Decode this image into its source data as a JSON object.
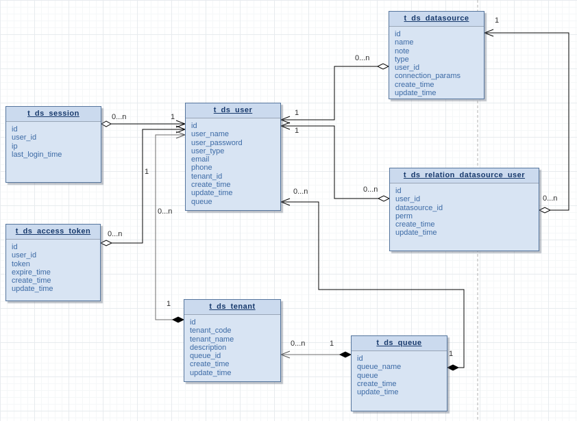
{
  "diagram": {
    "kind": "entity-relationship",
    "colors": {
      "entity_header_fill": "#cbdaee",
      "entity_body_fill": "#d8e4f3",
      "entity_border": "#54749c",
      "entity_title_text": "#16386b",
      "entity_field_text": "#3c6aa5",
      "connector": "#000000",
      "connector_secondary": "#6b6b6b",
      "page_break_dash": "#b0b0b0"
    }
  },
  "entities": [
    {
      "name": "t_ds_session",
      "fields": [
        "id",
        "user_id",
        "ip",
        "last_login_time"
      ]
    },
    {
      "name": "t_ds_user",
      "fields": [
        "id",
        "user_name",
        "user_password",
        "user_type",
        "email",
        "phone",
        "tenant_id",
        "create_time",
        "update_time",
        "queue"
      ]
    },
    {
      "name": "t_ds_datasource",
      "fields": [
        "id",
        "name",
        "note",
        "type",
        "user_id",
        "connection_params",
        "create_time",
        "update_time"
      ]
    },
    {
      "name": "t_ds_relation_datasource_user",
      "fields": [
        "id",
        "user_id",
        "datasource_id",
        "perm",
        "create_time",
        "update_time"
      ]
    },
    {
      "name": "t_ds_access_token",
      "fields": [
        "id",
        "user_id",
        "token",
        "expire_time",
        "create_time",
        "update_time"
      ]
    },
    {
      "name": "t_ds_tenant",
      "fields": [
        "id",
        "tenant_code",
        "tenant_name",
        "description",
        "queue_id",
        "create_time",
        "update_time"
      ]
    },
    {
      "name": "t_ds_queue",
      "fields": [
        "id",
        "queue_name",
        "queue",
        "create_time",
        "update_time"
      ]
    }
  ],
  "relationships": [
    {
      "a": "t_ds_session",
      "a_card": "0...n",
      "a_marker": "open-diamond",
      "b": "t_ds_user",
      "b_card": "1",
      "b_marker": "arrow"
    },
    {
      "a": "t_ds_access_token",
      "a_card": "0...n",
      "a_marker": "open-diamond",
      "b": "t_ds_user",
      "b_card": "1",
      "b_marker": "arrow"
    },
    {
      "a": "t_ds_tenant",
      "a_card": "1",
      "a_marker": "filled-diamond",
      "b": "t_ds_user",
      "b_card": "0...n",
      "b_marker": "arrow"
    },
    {
      "a": "t_ds_user",
      "a_card": "1",
      "a_marker": "arrow",
      "b": "t_ds_datasource",
      "b_card": "0...n",
      "b_marker": "open-diamond"
    },
    {
      "a": "t_ds_user",
      "a_card": "1",
      "a_marker": "arrow",
      "b": "t_ds_relation_datasource_user",
      "b_card": "0...n",
      "b_marker": "open-diamond"
    },
    {
      "a": "t_ds_datasource",
      "a_card": "1",
      "a_marker": "arrow",
      "b": "t_ds_relation_datasource_user",
      "b_card": "0...n",
      "b_marker": "open-diamond"
    },
    {
      "a": "t_ds_user",
      "a_card": "0...n",
      "a_marker": "arrow",
      "b": "t_ds_queue",
      "b_card": "1",
      "b_marker": "filled-diamond"
    },
    {
      "a": "t_ds_tenant",
      "a_card": "0...n",
      "a_marker": "arrow",
      "b": "t_ds_queue",
      "b_card": "1",
      "b_marker": "filled-diamond"
    }
  ]
}
